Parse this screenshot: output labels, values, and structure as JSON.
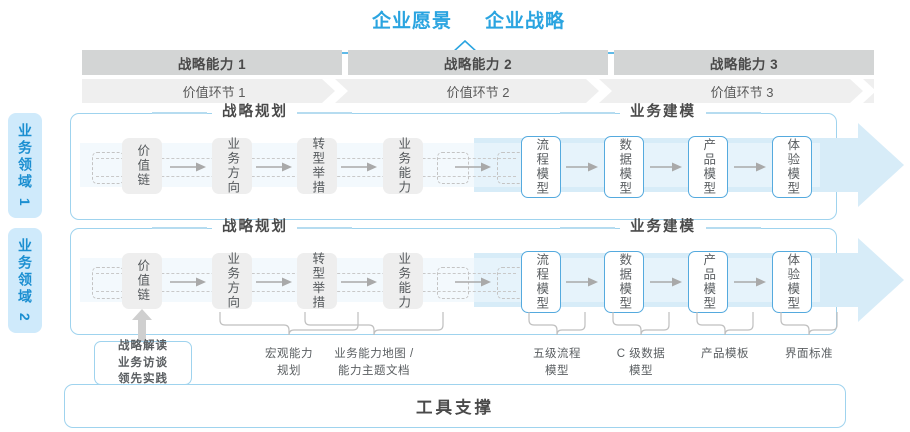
{
  "header": {
    "vision": "企业愿景",
    "strategy": "企业战略"
  },
  "capabilities": [
    {
      "label": "战略能力 1"
    },
    {
      "label": "战略能力 2"
    },
    {
      "label": "战略能力 3"
    }
  ],
  "value_chain": [
    {
      "label": "价值环节 1"
    },
    {
      "label": "价值环节 2"
    },
    {
      "label": "价值环节 3"
    }
  ],
  "domains": [
    {
      "label": "业务领域 1"
    },
    {
      "label": "业务领域 2"
    }
  ],
  "sections": {
    "planning": "战略规划",
    "modeling": "业务建模"
  },
  "nodes": {
    "planning": [
      {
        "label": "价值链"
      },
      {
        "label": "业务方向"
      },
      {
        "label": "转型举措"
      },
      {
        "label": "业务能力"
      }
    ],
    "modeling": [
      {
        "label": "流程模型"
      },
      {
        "label": "数据模型"
      },
      {
        "label": "产品模型"
      },
      {
        "label": "体验模型"
      }
    ]
  },
  "tools": {
    "input_box": "战略解读\n业务访谈\n领先实践",
    "input_box_lines": [
      "战略解读",
      "业务访谈",
      "领先实践"
    ],
    "captions": [
      {
        "lines": [
          "宏观能力",
          "规划"
        ]
      },
      {
        "lines": [
          "业务能力地图 /",
          "能力主题文档"
        ]
      },
      {
        "lines": [
          "五级流程",
          "模型"
        ]
      },
      {
        "lines": [
          "C 级数据",
          "模型"
        ]
      },
      {
        "lines": [
          "产品模板"
        ]
      },
      {
        "lines": [
          "界面标准"
        ]
      }
    ]
  },
  "support": {
    "label": "工具支撑"
  },
  "colors": {
    "accent_blue": "#2aa4e0",
    "panel_border": "#9fd3ee",
    "node_blue": "#55aade",
    "bar_gray": "#d3d5d5",
    "vc_gray": "#efefef",
    "domain_bg": "#cfeafb",
    "arrow_fill": "#d7ecf8"
  }
}
